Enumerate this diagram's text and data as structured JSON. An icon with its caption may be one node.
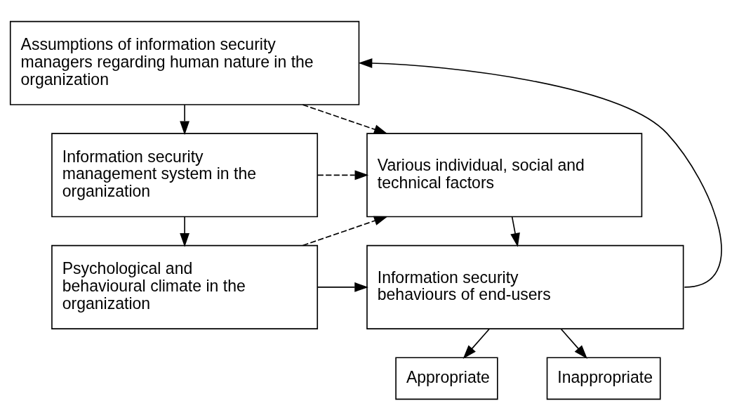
{
  "diagram": {
    "nodes": [
      {
        "text": [
          "Assumptions of information security managers regarding human nature in the organization"
        ]
      },
      {
        "text": [
          "Information security management system in the organization"
        ]
      },
      {
        "text": [
          "Psychological and behavioural climate in the organization"
        ]
      },
      {
        "text": [
          "Various individual, social and technical factors"
        ]
      },
      {
        "text": [
          "Information security behaviours of end-users"
        ]
      },
      {
        "text": [
          "Appropriate"
        ]
      },
      {
        "text": [
          "Inappropriate"
        ]
      }
    ],
    "edges": [
      {
        "from": 0,
        "to": 1,
        "arrow": "to"
      },
      {
        "from": 1,
        "to": 2,
        "arrow": "to"
      },
      {
        "from": 0,
        "to": 3,
        "arrow": "to",
        "style": "dashed"
      },
      {
        "from": 1,
        "to": 3,
        "arrow": "to",
        "style": "dashed"
      },
      {
        "from": 2,
        "to": 3,
        "arrow": "to",
        "style": "dashed"
      },
      {
        "from": 3,
        "to": 4,
        "arrow": "to"
      },
      {
        "from": 2,
        "to": 4,
        "arrow": "to"
      },
      {
        "from": 4,
        "to": 0,
        "arrow": "to"
      },
      {
        "from": 4,
        "to": 5,
        "arrow": "to"
      },
      {
        "from": 4,
        "to": 6,
        "arrow": "to"
      }
    ]
  }
}
